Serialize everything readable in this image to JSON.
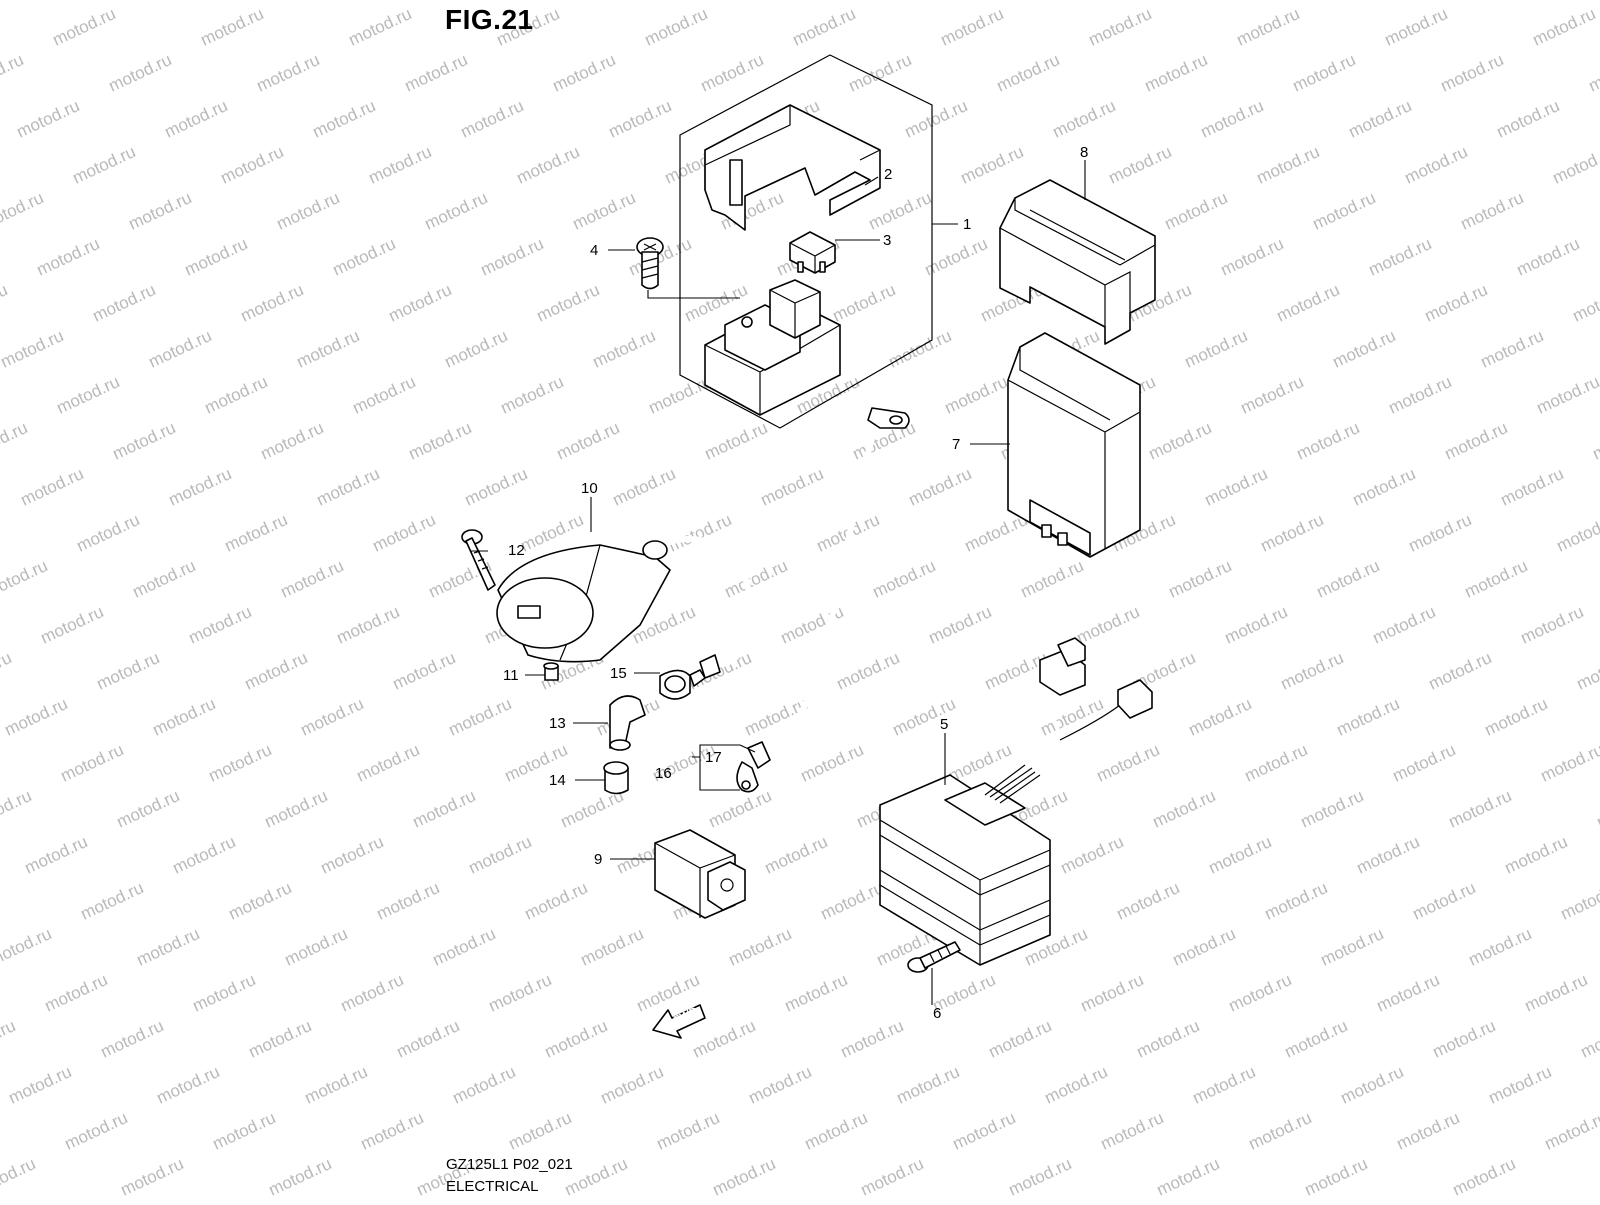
{
  "figure": {
    "title": "FIG.21",
    "code": "GZ125L1 P02_021",
    "section": "ELECTRICAL"
  },
  "watermark": {
    "text": "motod.ru",
    "color": "#b9b9b9"
  },
  "fwd_label": "FWD",
  "callouts": [
    "1",
    "2",
    "3",
    "4",
    "5",
    "6",
    "7",
    "8",
    "9",
    "10",
    "11",
    "12",
    "13",
    "14",
    "15",
    "16",
    "17"
  ]
}
